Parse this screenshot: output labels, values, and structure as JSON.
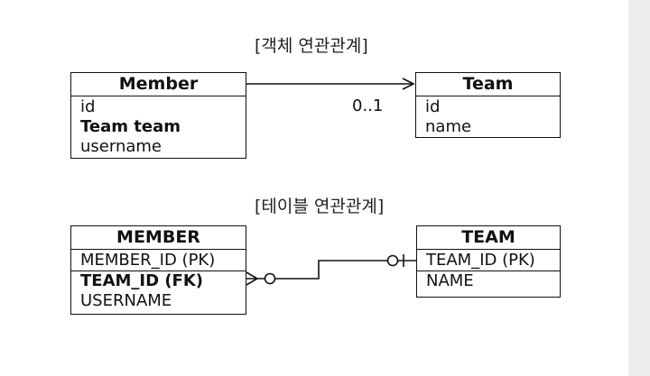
{
  "object_section": {
    "title": "[객체 연관관계]",
    "member": {
      "name": "Member",
      "fields": [
        "id",
        "Team team",
        "username"
      ]
    },
    "team": {
      "name": "Team",
      "fields": [
        "id",
        "name"
      ]
    },
    "multiplicity": "0..1"
  },
  "table_section": {
    "title": "[테이블 연관관계]",
    "member": {
      "name": "MEMBER",
      "pk": "MEMBER_ID (PK)",
      "fields": [
        "TEAM_ID (FK)",
        "USERNAME"
      ]
    },
    "team": {
      "name": "TEAM",
      "pk": "TEAM_ID (PK)",
      "fields": [
        "NAME"
      ]
    }
  }
}
